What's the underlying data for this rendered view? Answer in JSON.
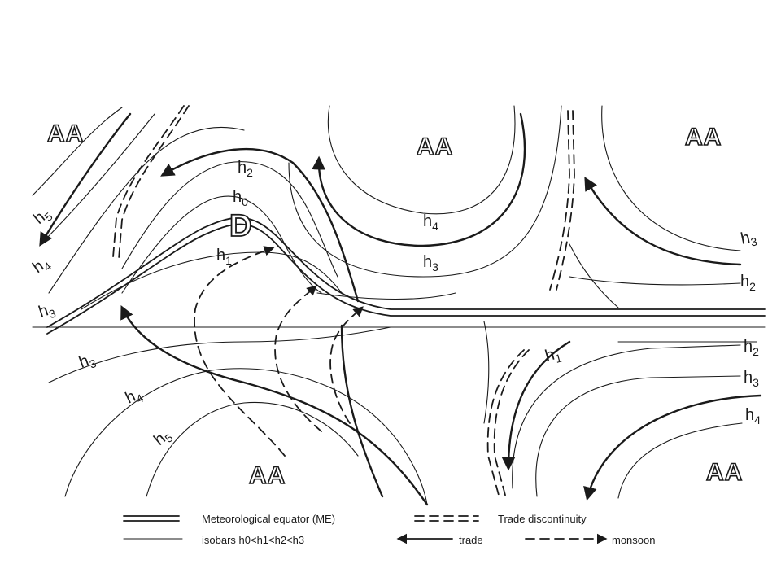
{
  "regions": {
    "high_pressure_label": "AA",
    "low_pressure_label": "D"
  },
  "isobar_labels": {
    "h0": {
      "base": "h",
      "sub": "0"
    },
    "h1": {
      "base": "h",
      "sub": "1"
    },
    "h2": {
      "base": "h",
      "sub": "2"
    },
    "h3": {
      "base": "h",
      "sub": "3"
    },
    "h4": {
      "base": "h",
      "sub": "4"
    },
    "h5": {
      "base": "h",
      "sub": "5"
    }
  },
  "legend": {
    "me_label": "Meteorological equator (ME)",
    "isobars_label": "isobars   h0<h1<h2<h3",
    "trade_discontinuity_label": "Trade discontinuity",
    "trade_label": "trade",
    "monsoon_label": "monsoon"
  }
}
